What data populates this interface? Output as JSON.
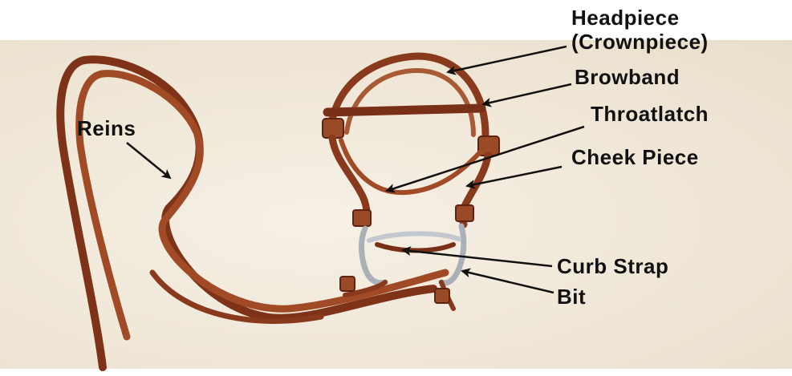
{
  "labels": {
    "headpiece_line1": "Headpiece",
    "headpiece_line2": "(Crownpiece)",
    "browband": "Browband",
    "throatlatch": "Throatlatch",
    "cheek_piece": "Cheek Piece",
    "reins": "Reins",
    "curb_strap": "Curb Strap",
    "bit": "Bit"
  },
  "colors": {
    "leather": "#8a3a1c",
    "leather_light": "#b5603a",
    "metal": "#b8bcc4",
    "arrow": "#111111",
    "background": "#f2eadb"
  }
}
